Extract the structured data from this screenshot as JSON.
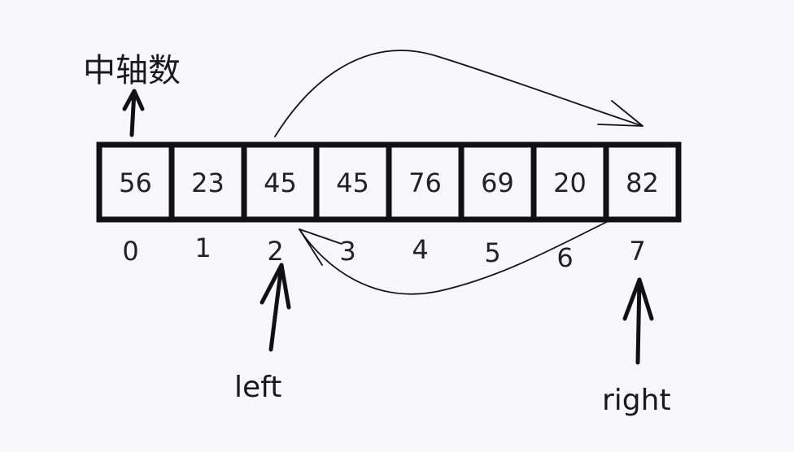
{
  "pivot_label": "中轴数",
  "array": {
    "values": [
      "56",
      "23",
      "45",
      "45",
      "76",
      "69",
      "20",
      "82"
    ],
    "indices": [
      "0",
      "1",
      "2",
      "3",
      "4",
      "5",
      "6",
      "7"
    ]
  },
  "pointers": {
    "left": "left",
    "right": "right"
  }
}
